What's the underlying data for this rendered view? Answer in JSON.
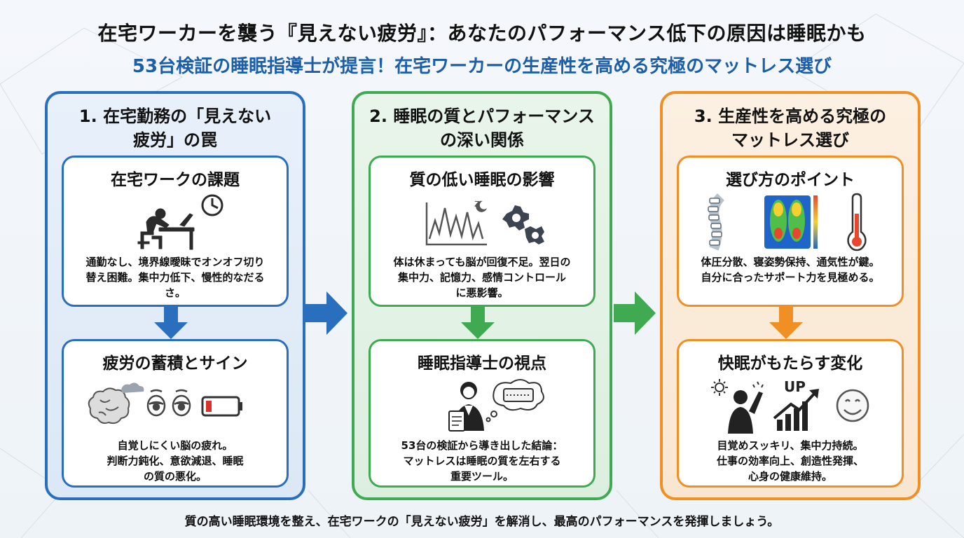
{
  "title": "在宅ワーカーを襲う『見えない疲労』：あなたのパフォーマンス低下の原因は睡眠かも",
  "subtitle": "53台検証の睡眠指導士が提言！在宅ワーカーの生産性を高める究極のマットレス選び",
  "columns": [
    {
      "title_lines": [
        "1. 在宅勤務の「見えない",
        "疲労」の罠"
      ],
      "cards": [
        {
          "title": "在宅ワークの課題",
          "text_lines": [
            "通勤なし、境界線曖昧でオンオフ切り",
            "替え困難。集中力低下、慢性的なだる",
            "さ。"
          ],
          "icons": [
            "tired-desk-worker-icon",
            "clock-icon"
          ]
        },
        {
          "title": "疲労の蓄積とサイン",
          "text_lines": [
            "自覚しにくい脳の疲れ。",
            "判断力鈍化、意欲減退、睡眠",
            "の質の悪化。"
          ],
          "icons": [
            "foggy-brain-icon",
            "tired-eyes-icon",
            "low-battery-icon"
          ]
        }
      ]
    },
    {
      "title_lines": [
        "2. 睡眠の質とパフォーマンス",
        "の深い関係"
      ],
      "cards": [
        {
          "title": "質の低い睡眠の影響",
          "text_lines": [
            "体は休まっても脳が回復不足。翌日の",
            "集中力、記憶力、感情コントロール",
            "に悪影響。"
          ],
          "icons": [
            "sleep-wave-chart-icon",
            "broken-gears-icon"
          ]
        },
        {
          "title": "睡眠指導士の視点",
          "text_lines": [
            "53台の検証から導き出した結論：",
            "マットレスは睡眠の質を左右する",
            "重要ツール。"
          ],
          "icons": [
            "sleep-advisor-icon",
            "mattress-thought-icon"
          ]
        }
      ]
    },
    {
      "title_lines": [
        "3. 生産性を高める究極の",
        "マットレス選び"
      ],
      "cards": [
        {
          "title": "選び方のポイント",
          "text_lines": [
            "体圧分散、寝姿勢保持、通気性が鍵。",
            "自分に合ったサポート力を見極める。"
          ],
          "icons": [
            "spine-icon",
            "pressure-map-icon",
            "thermometer-icon"
          ]
        },
        {
          "title": "快眠がもたらす変化",
          "text_lines": [
            "目覚めスッキリ、集中力持続。",
            "仕事の効率向上、創造性発揮、",
            "心身の健康維持。"
          ],
          "icons": [
            "energized-person-icon",
            "growth-chart-icon",
            "smile-icon"
          ],
          "up_label": "UP"
        }
      ]
    }
  ],
  "footer": "質の高い睡眠環境を整え、在宅ワークの「見えない疲労」を解消し、最高のパフォーマンスを発揮しましょう。",
  "colors": {
    "blue": "#2a6fbd",
    "green": "#3faa52",
    "orange": "#ef8f24",
    "subtitle": "#1c5ea8"
  }
}
